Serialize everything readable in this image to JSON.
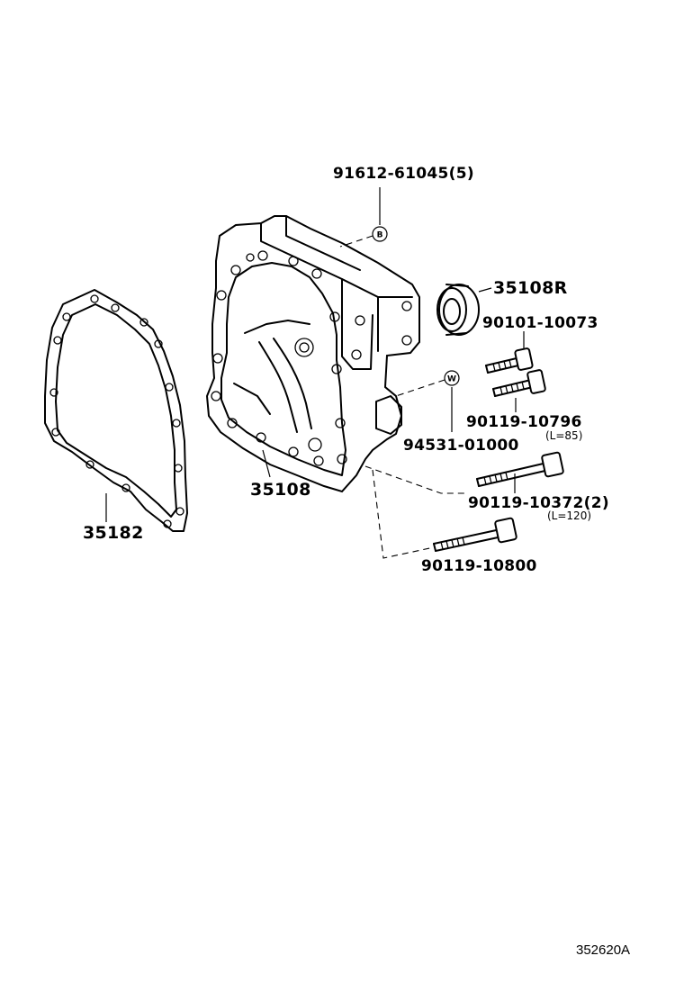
{
  "diagram": {
    "reference_code": "352620A",
    "symbols": {
      "b": "B",
      "w": "W"
    },
    "parts": [
      {
        "id": "p91612",
        "number": "91612-61045",
        "qty": "(5)",
        "note": ""
      },
      {
        "id": "p35108r",
        "number": "35108R",
        "qty": "",
        "note": ""
      },
      {
        "id": "p90101",
        "number": "90101-10073",
        "qty": "",
        "note": ""
      },
      {
        "id": "p90119a",
        "number": "90119-10796",
        "qty": "",
        "note": "(L=85)"
      },
      {
        "id": "p94531",
        "number": "94531-01000",
        "qty": "",
        "note": ""
      },
      {
        "id": "p35108",
        "number": "35108",
        "qty": "",
        "note": ""
      },
      {
        "id": "p90119b",
        "number": "90119-10372",
        "qty": "(2)",
        "note": "(L=120)"
      },
      {
        "id": "p35182",
        "number": "35182",
        "qty": "",
        "note": ""
      },
      {
        "id": "p90119c",
        "number": "90119-10800",
        "qty": "",
        "note": ""
      }
    ]
  }
}
